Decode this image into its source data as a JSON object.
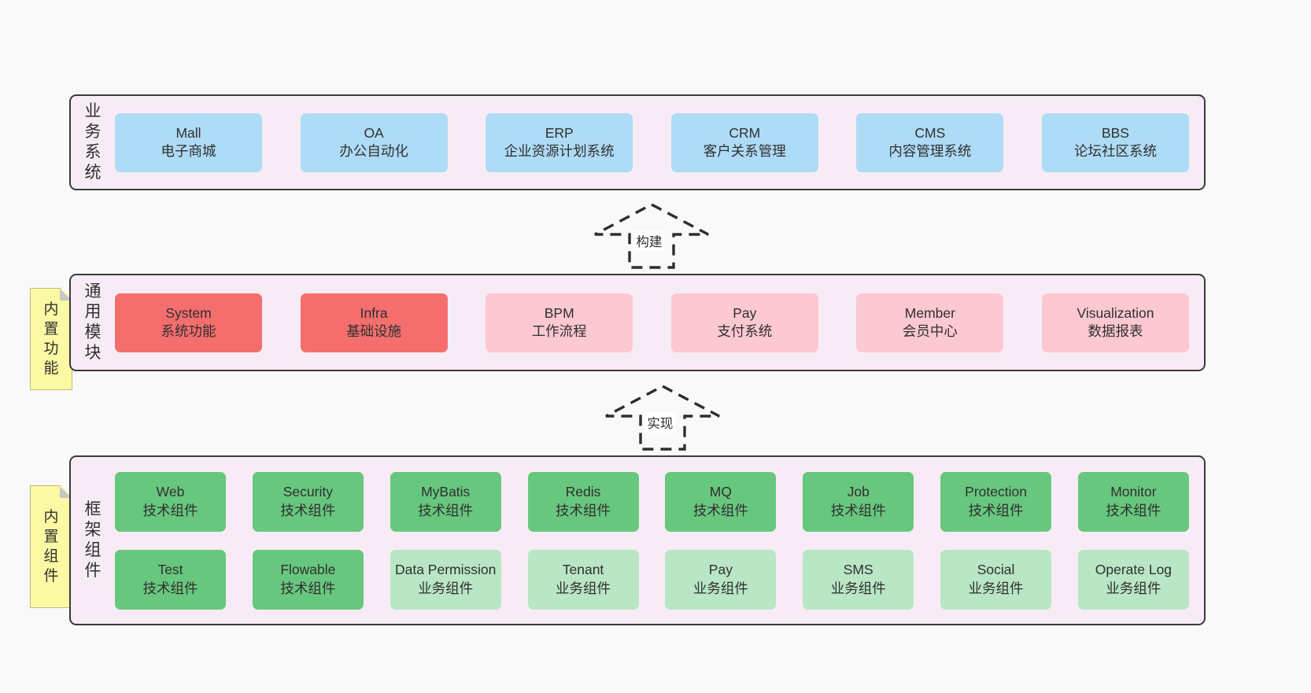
{
  "colors": {
    "page_background": "#f9f9f9",
    "panel_background": "#f7ecf5",
    "panel_border": "#3a3a3a",
    "business_box": "#aedbf6",
    "module_box_strong": "#f56e6e",
    "module_box": "#fcc8d2",
    "tech_component_box": "#68c77e",
    "biz_component_box": "#b9e6c4",
    "sticky_note": "#fbf9a3",
    "sticky_fold": "#c8c8c8",
    "text": "#303030"
  },
  "stickies": {
    "functions": "内置功能",
    "components": "内置组件"
  },
  "arrows": {
    "build": "构建",
    "implement": "实现"
  },
  "layers": {
    "business": {
      "label": "业务系统",
      "items": [
        {
          "en": "Mall",
          "cn": "电子商城"
        },
        {
          "en": "OA",
          "cn": "办公自动化"
        },
        {
          "en": "ERP",
          "cn": "企业资源计划系统"
        },
        {
          "en": "CRM",
          "cn": "客户关系管理"
        },
        {
          "en": "CMS",
          "cn": "内容管理系统"
        },
        {
          "en": "BBS",
          "cn": "论坛社区系统"
        }
      ]
    },
    "modules": {
      "label": "通用模块",
      "items": [
        {
          "en": "System",
          "cn": "系统功能"
        },
        {
          "en": "Infra",
          "cn": "基础设施"
        },
        {
          "en": "BPM",
          "cn": "工作流程"
        },
        {
          "en": "Pay",
          "cn": "支付系统"
        },
        {
          "en": "Member",
          "cn": "会员中心"
        },
        {
          "en": "Visualization",
          "cn": "数据报表"
        }
      ]
    },
    "components": {
      "label": "框架组件",
      "row1": [
        {
          "en": "Web",
          "cn": "技术组件"
        },
        {
          "en": "Security",
          "cn": "技术组件"
        },
        {
          "en": "MyBatis",
          "cn": "技术组件"
        },
        {
          "en": "Redis",
          "cn": "技术组件"
        },
        {
          "en": "MQ",
          "cn": "技术组件"
        },
        {
          "en": "Job",
          "cn": "技术组件"
        },
        {
          "en": "Protection",
          "cn": "技术组件"
        },
        {
          "en": "Monitor",
          "cn": "技术组件"
        }
      ],
      "row2": [
        {
          "en": "Test",
          "cn": "技术组件"
        },
        {
          "en": "Flowable",
          "cn": "技术组件"
        },
        {
          "en": "Data Permission",
          "cn": "业务组件"
        },
        {
          "en": "Tenant",
          "cn": "业务组件"
        },
        {
          "en": "Pay",
          "cn": "业务组件"
        },
        {
          "en": "SMS",
          "cn": "业务组件"
        },
        {
          "en": "Social",
          "cn": "业务组件"
        },
        {
          "en": "Operate Log",
          "cn": "业务组件"
        }
      ]
    }
  }
}
